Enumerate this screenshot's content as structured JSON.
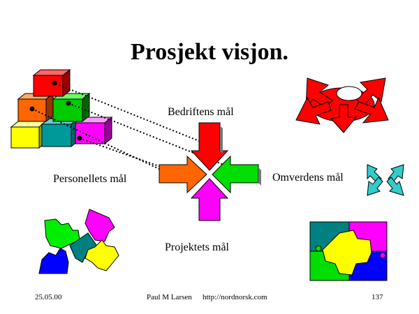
{
  "slide": {
    "title": "Prosjekt visjon.",
    "labels": {
      "top": "Bedriftens mål",
      "left": "Personellets mål",
      "right": "Omverdens mål",
      "bottom": "Projektets mål"
    },
    "footer": {
      "date": "25.05.00",
      "author": "Paul M Larsen",
      "url": "http://nordnorsk.com",
      "page": "137"
    }
  },
  "colors": {
    "red": "#ff0000",
    "green": "#00cc00",
    "orange": "#ff6600",
    "magenta": "#ff00ff",
    "yellow": "#ffff00",
    "teal": "#009999",
    "blue": "#0000ff",
    "cyan": "#33cccc"
  }
}
